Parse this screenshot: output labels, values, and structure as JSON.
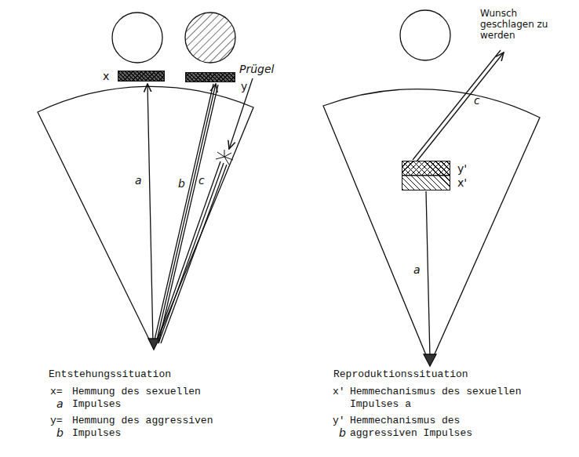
{
  "diagram": {
    "nodes": [
      {
        "text": [
          "x"
        ]
      },
      {
        "text": [
          "y"
        ]
      },
      {
        "text": [
          "y'",
          "x'"
        ]
      }
    ],
    "labels": [
      "Prügel",
      "a",
      "b",
      "c",
      "Entstehungssituation",
      "x=",
      "Hemmung des sexuellen Impulses",
      "a",
      "y=",
      "Hemmung des aggressiven Impulses",
      "b",
      "Wunsch geschlagen zu werden",
      "c",
      "a",
      "Reproduktionssituation",
      "x'",
      "Hemmechanismus des sexuellen Impulses a",
      "y'",
      "Hemmechanismus des aggressiven Impulses",
      "b"
    ]
  }
}
